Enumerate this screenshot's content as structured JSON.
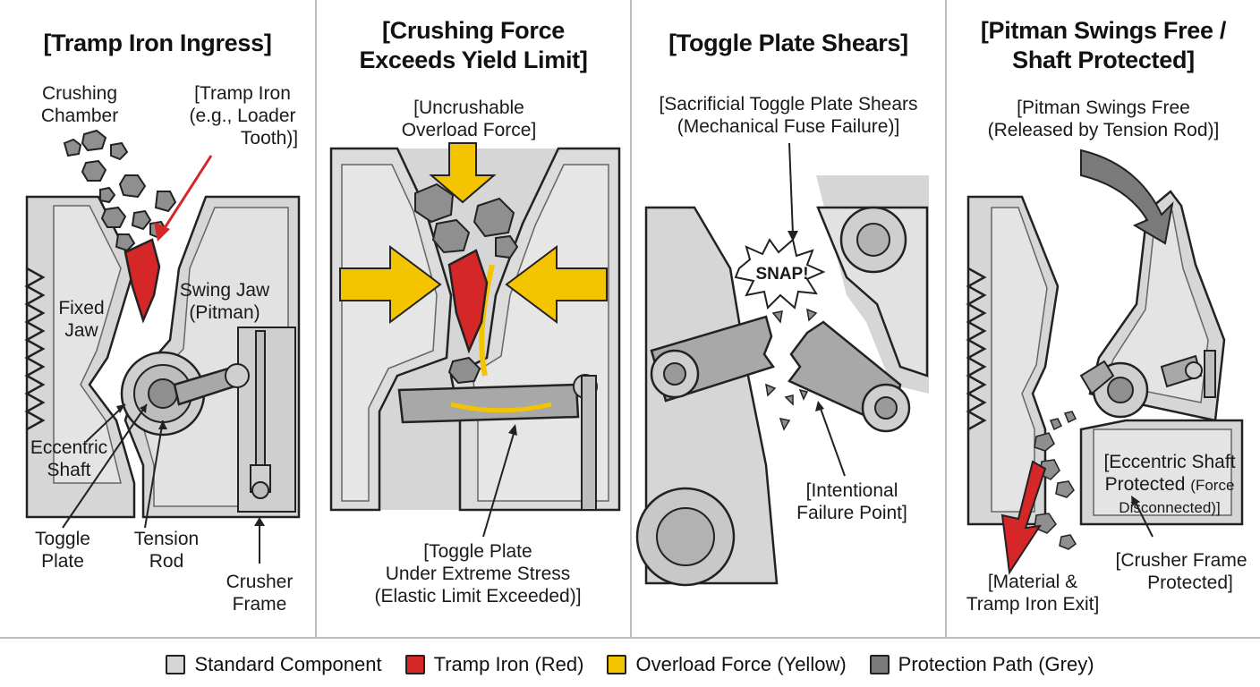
{
  "panels": [
    {
      "title_lines": [
        "[Tramp Iron Ingress]"
      ],
      "labels": {
        "crushing_chamber": [
          "Crushing",
          "Chamber"
        ],
        "tramp_iron": [
          "[Tramp Iron",
          "(e.g., Loader",
          "Tooth)]"
        ],
        "fixed_jaw": [
          "Fixed",
          "Jaw"
        ],
        "swing_jaw": [
          "Swing Jaw",
          "(Pitman)"
        ],
        "eccentric_shaft": [
          "Eccentric",
          "Shaft"
        ],
        "toggle_plate": [
          "Toggle",
          "Plate"
        ],
        "tension_rod": [
          "Tension",
          "Rod"
        ],
        "crusher_frame": [
          "Crusher",
          "Frame"
        ]
      }
    },
    {
      "title_lines": [
        "[Crushing Force",
        "Exceeds Yield Limit]"
      ],
      "labels": {
        "overload_force": [
          "[Uncrushable",
          "Overload Force]"
        ],
        "toggle_stress": [
          "[Toggle Plate",
          "Under Extreme Stress",
          "(Elastic Limit Exceeded)]"
        ]
      }
    },
    {
      "title_lines": [
        "[Toggle Plate Shears]"
      ],
      "labels": {
        "sacrificial": [
          "[Sacrificial Toggle Plate Shears",
          "(Mechanical Fuse Failure)]"
        ],
        "snap": "SNAP!",
        "failure_point": [
          "[Intentional",
          "Failure Point]"
        ]
      }
    },
    {
      "title_lines": [
        "[Pitman Swings Free /",
        "Shaft Protected]"
      ],
      "labels": {
        "pitman_free": [
          "[Pitman Swings Free",
          "(Released by Tension Rod)]"
        ],
        "shaft_protected_1": "[Eccentric Shaft",
        "shaft_protected_2": "Protected",
        "shaft_protected_2b": "(Force",
        "shaft_protected_3": "Disconnected)]",
        "frame_protected": [
          "[Crusher Frame",
          "Protected]"
        ],
        "material_exit": [
          "[Material &",
          "Tramp Iron Exit]"
        ]
      }
    }
  ],
  "legend": [
    {
      "label": "Standard Component",
      "color": "#d6d6d6"
    },
    {
      "label": "Tramp Iron (Red)",
      "color": "#d62728"
    },
    {
      "label": "Overload Force (Yellow)",
      "color": "#f5c400"
    },
    {
      "label": "Protection Path (Grey)",
      "color": "#7a7a7a"
    }
  ],
  "colors": {
    "component_fill": "#d6d6d6",
    "component_dark": "#9a9a9a",
    "tramp_red": "#d62728",
    "force_yellow": "#f5c400",
    "path_grey": "#7a7a7a"
  }
}
